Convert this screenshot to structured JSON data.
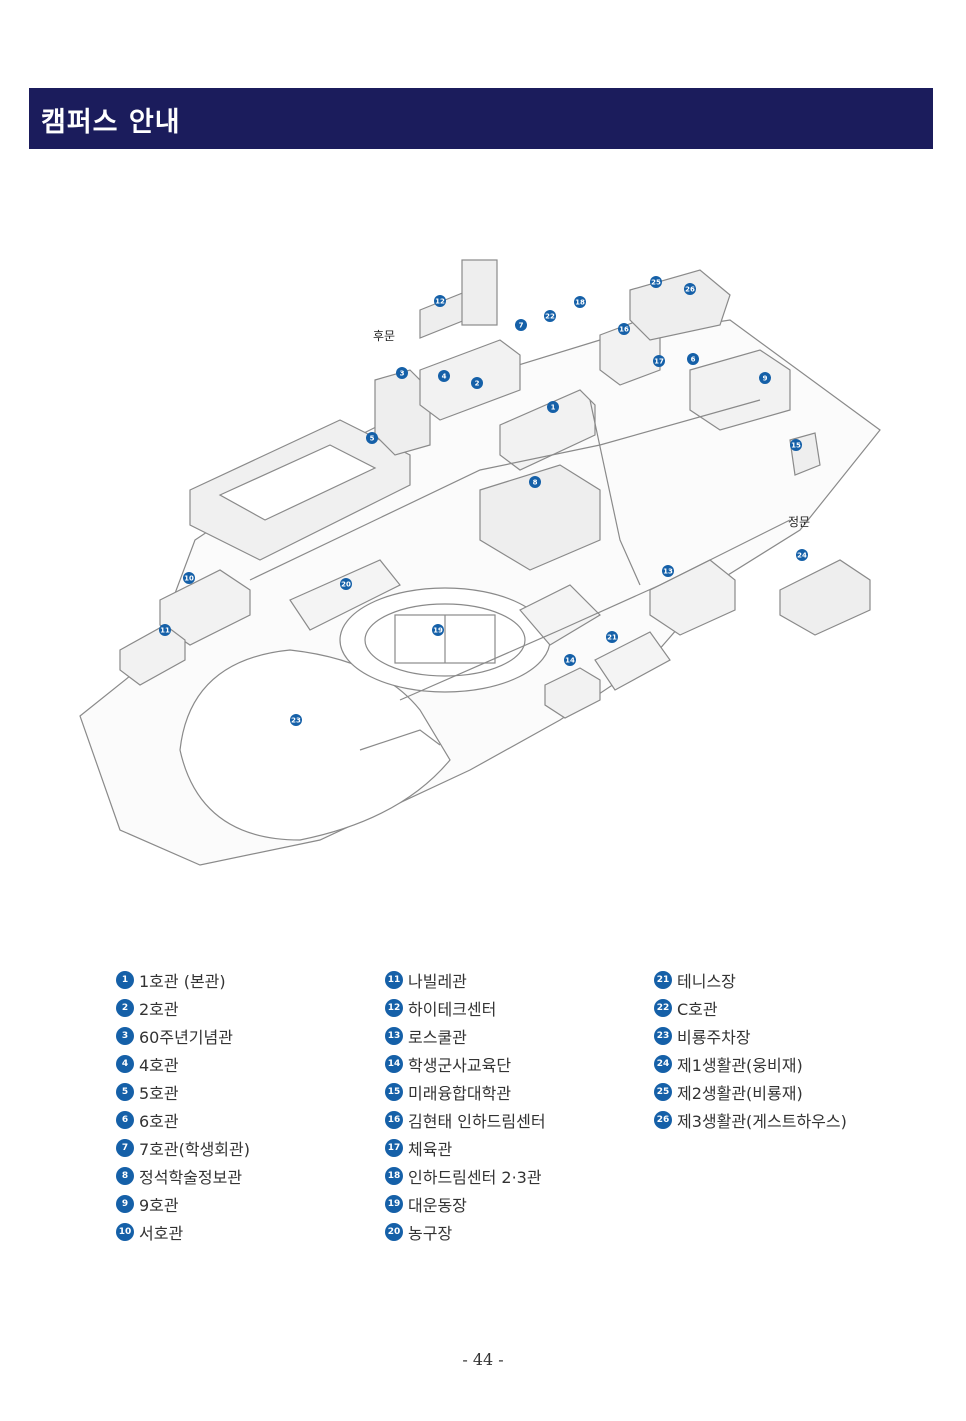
{
  "header": {
    "title": "캠퍼스 안내"
  },
  "map": {
    "labels": {
      "back_gate": "후문",
      "main_gate": "정문"
    },
    "markers": [
      "1",
      "2",
      "3",
      "4",
      "5",
      "6",
      "7",
      "8",
      "9",
      "10",
      "11",
      "12",
      "13",
      "14",
      "15",
      "16",
      "17",
      "18",
      "19",
      "20",
      "21",
      "22",
      "23",
      "24",
      "25",
      "26"
    ],
    "marker_color": "#1560a8"
  },
  "legend": [
    [
      {
        "num": "1",
        "label": "1호관 (본관)"
      },
      {
        "num": "2",
        "label": "2호관"
      },
      {
        "num": "3",
        "label": "60주년기념관"
      },
      {
        "num": "4",
        "label": "4호관"
      },
      {
        "num": "5",
        "label": "5호관"
      },
      {
        "num": "6",
        "label": "6호관"
      },
      {
        "num": "7",
        "label": "7호관(학생회관)"
      },
      {
        "num": "8",
        "label": "정석학술정보관"
      },
      {
        "num": "9",
        "label": "9호관"
      },
      {
        "num": "10",
        "label": "서호관"
      }
    ],
    [
      {
        "num": "11",
        "label": "나빌레관"
      },
      {
        "num": "12",
        "label": "하이테크센터"
      },
      {
        "num": "13",
        "label": "로스쿨관"
      },
      {
        "num": "14",
        "label": "학생군사교육단"
      },
      {
        "num": "15",
        "label": "미래융합대학관"
      },
      {
        "num": "16",
        "label": "김현태 인하드림센터"
      },
      {
        "num": "17",
        "label": "체육관"
      },
      {
        "num": "18",
        "label": "인하드림센터 2·3관"
      },
      {
        "num": "19",
        "label": "대운동장"
      },
      {
        "num": "20",
        "label": "농구장"
      }
    ],
    [
      {
        "num": "21",
        "label": "테니스장"
      },
      {
        "num": "22",
        "label": "C호관"
      },
      {
        "num": "23",
        "label": "비룡주차장"
      },
      {
        "num": "24",
        "label": "제1생활관(웅비재)"
      },
      {
        "num": "25",
        "label": "제2생활관(비룡재)"
      },
      {
        "num": "26",
        "label": "제3생활관(게스트하우스)"
      }
    ]
  ],
  "footer": {
    "page_number": "- 44 -"
  }
}
